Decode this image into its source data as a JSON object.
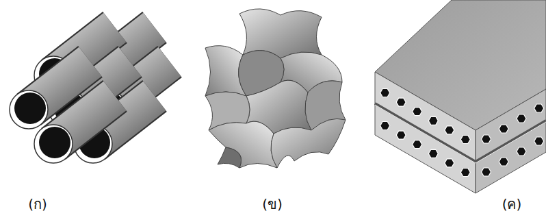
{
  "diagram": {
    "labels": [
      "(ก)",
      "(ข)",
      "(ค)"
    ]
  }
}
